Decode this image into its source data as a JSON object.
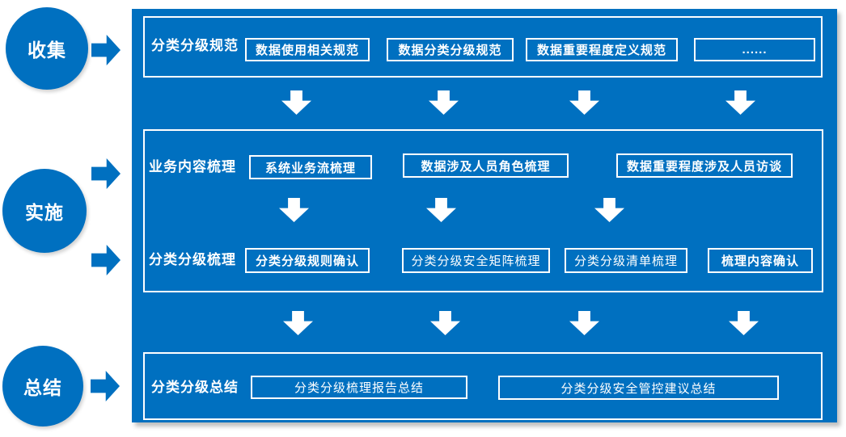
{
  "colors": {
    "primary_blue": "#0070C0",
    "text_on_blue": "#ffffff"
  },
  "stages": [
    {
      "label": "收集"
    },
    {
      "label": "实施"
    },
    {
      "label": "总结"
    }
  ],
  "rows": {
    "spec": {
      "label": "分类分级规范",
      "items": [
        "数据使用相关规范",
        "数据分类分级规范",
        "数据重要程度定义规范",
        "......"
      ]
    },
    "business": {
      "label": "业务内容梳理",
      "items": [
        "系统业务流梳理",
        "数据涉及人员角色梳理",
        "数据重要程度涉及人员访谈"
      ]
    },
    "sorting": {
      "label": "分类分级梳理",
      "items": [
        "分类分级规则确认",
        "分类分级安全矩阵梳理",
        "分类分级清单梳理",
        "梳理内容确认"
      ]
    },
    "summary": {
      "label": "分类分级总结",
      "items": [
        "分类分级梳理报告总结",
        "分类分级安全管控建议总结"
      ]
    }
  }
}
